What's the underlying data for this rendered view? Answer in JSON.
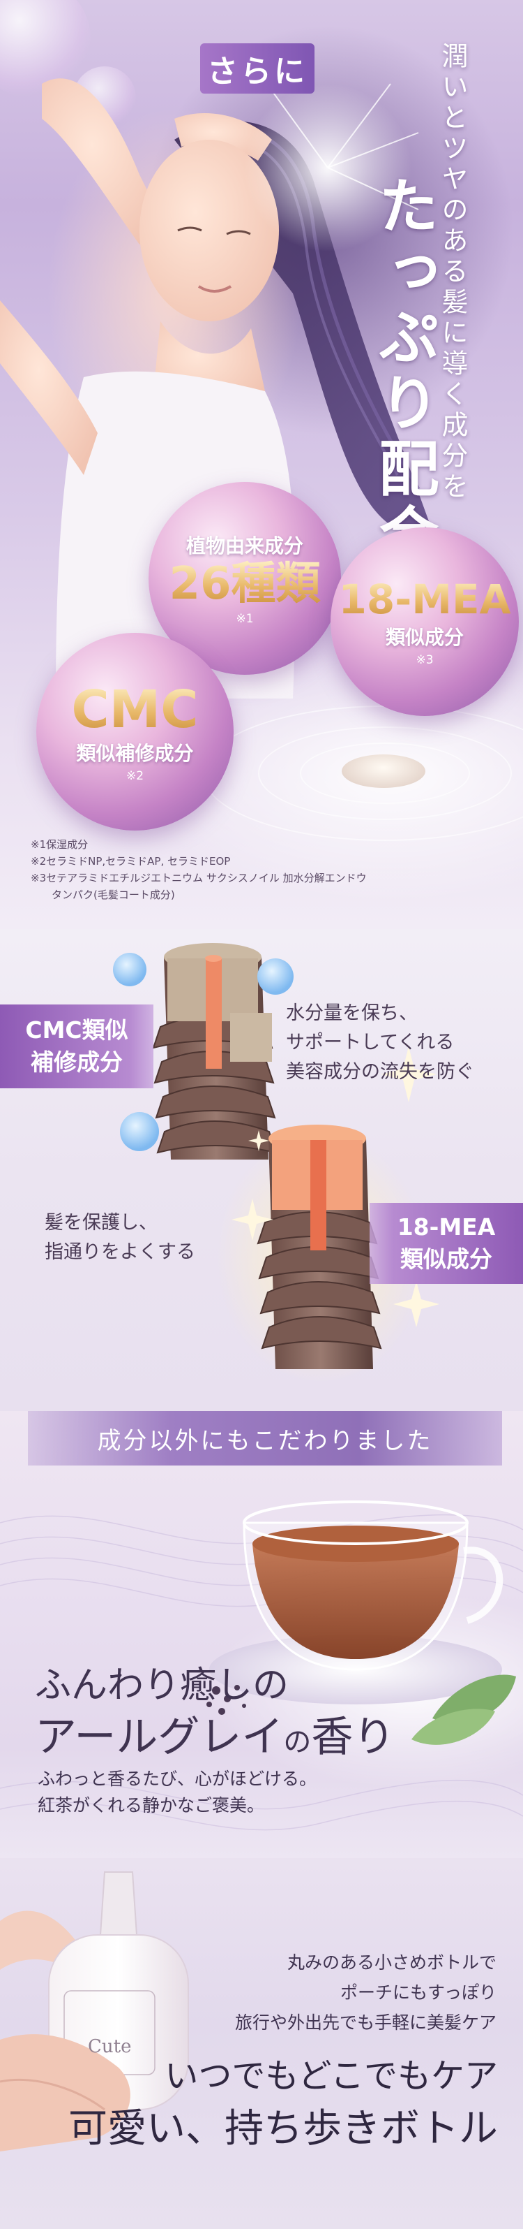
{
  "hero": {
    "badge": "さらに",
    "vertical_line": "潤いとツヤのある髪に導く成分を",
    "headline": "たっぷり配合",
    "balls": [
      {
        "top": "植物由来成分",
        "big": "26種類",
        "note": "※1"
      },
      {
        "top": "18-MEA",
        "sub": "類似成分",
        "note": "※3"
      },
      {
        "top": "CMC",
        "sub": "類似補修成分",
        "note": "※2"
      }
    ],
    "notes": [
      "※1保湿成分",
      "※2セラミドNP,セラミドAP, セラミドEOP",
      "※3セテアラミドエチルジエトニウム サクシスノイル 加水分解エンドウ",
      "タンパク(毛髪コート成分)"
    ]
  },
  "diagram": {
    "cmc_tag": [
      "CMC類似",
      "補修成分"
    ],
    "cmc_desc": [
      "水分量を保ち、",
      "サポートしてくれる",
      "美容成分の流失を防ぐ"
    ],
    "mea_tag": [
      "18-MEA",
      "類似成分"
    ],
    "mea_desc": [
      "髪を保護し、",
      "指通りをよくする"
    ]
  },
  "tea": {
    "banner": "成分以外にもこだわりました",
    "title_1": "ふんわり癒しの",
    "title_2a": "アールグレイ",
    "title_2b": "の",
    "title_2c": "香り",
    "body": [
      "ふわっと香るたび、心がほどける。",
      "紅茶がくれる静かなご褒美。"
    ]
  },
  "bottle": {
    "brand": "Cute",
    "desc": [
      "丸みのある小さめボトルで",
      "ポーチにもすっぽり",
      "旅行や外出先でも手軽に美髪ケア"
    ],
    "title_1": "いつでもどこでもケア",
    "title_2": "可愛い、持ち歩きボトル"
  },
  "colors": {
    "accent": "#8e5ab5",
    "gold": "#e8b869",
    "text": "#3f3350"
  }
}
